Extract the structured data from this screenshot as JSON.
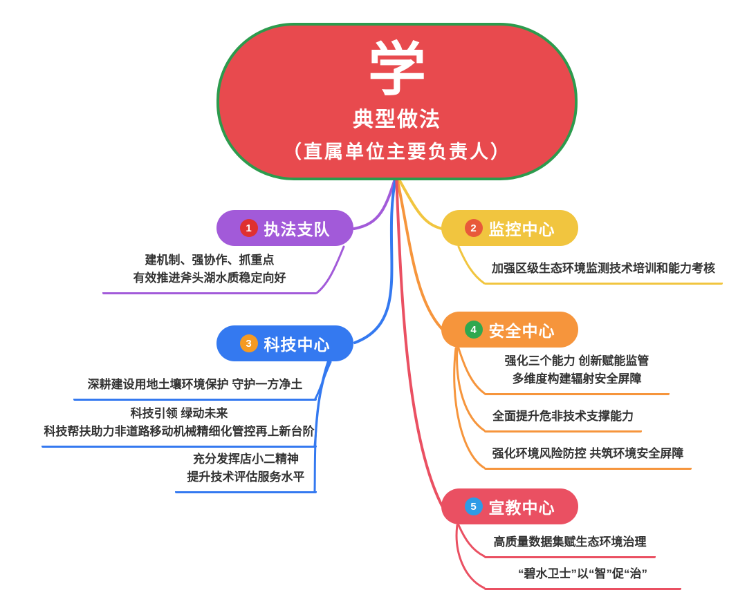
{
  "root": {
    "big_char": "学",
    "title": "典型做法",
    "subtitle": "（直属单位主要负责人）",
    "fill_color": "#E84A4E",
    "border_color": "#2C9B4D"
  },
  "branches": [
    {
      "number": "1",
      "label": "执法支队",
      "color": "#A25AD9",
      "badge_color": "#DF3030",
      "children": [
        {
          "lines": [
            "建机制、强协作、抓重点",
            "有效推进斧头湖水质稳定向好"
          ]
        }
      ]
    },
    {
      "number": "2",
      "label": "监控中心",
      "color": "#F1C53F",
      "badge_color": "#E8593A",
      "children": [
        {
          "lines": [
            "加强区级生态环境监测技术培训和能力考核"
          ]
        }
      ]
    },
    {
      "number": "3",
      "label": "科技中心",
      "color": "#3479F0",
      "badge_color": "#F59A23",
      "children": [
        {
          "lines": [
            "深耕建设用地土壤环境保护 守护一方净土"
          ]
        },
        {
          "lines": [
            "科技引领 绿动未来",
            "科技帮扶助力非道路移动机械精细化管控再上新台阶"
          ]
        },
        {
          "lines": [
            "充分发挥店小二精神",
            "提升技术评估服务水平"
          ]
        }
      ]
    },
    {
      "number": "4",
      "label": "安全中心",
      "color": "#F6953C",
      "badge_color": "#2FA84F",
      "children": [
        {
          "lines": [
            "强化三个能力 创新赋能监管",
            "多维度构建辐射安全屏障"
          ]
        },
        {
          "lines": [
            "全面提升危非技术支撑能力"
          ]
        },
        {
          "lines": [
            "强化环境风险防控 共筑环境安全屏障"
          ]
        }
      ]
    },
    {
      "number": "5",
      "label": "宣教中心",
      "color": "#EA5062",
      "badge_color": "#2E9BE6",
      "children": [
        {
          "lines": [
            "高质量数据集赋生态环境治理"
          ]
        },
        {
          "lines": [
            "“碧水卫士”以“智”促“治”"
          ]
        }
      ]
    }
  ]
}
